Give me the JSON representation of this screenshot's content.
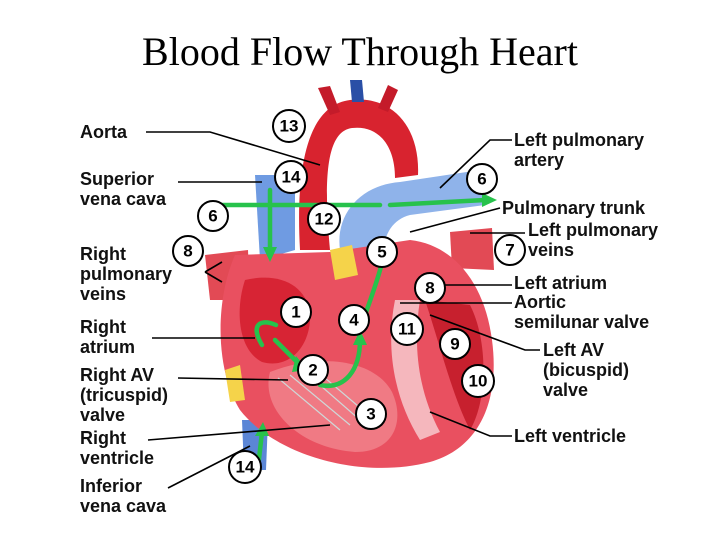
{
  "title": "Blood Flow Through Heart",
  "labels": {
    "aorta": "Aorta",
    "superior_vena_cava": [
      "Superior",
      "vena cava"
    ],
    "right_pulmonary_veins": [
      "Right",
      "pulmonary",
      "veins"
    ],
    "right_atrium": [
      "Right",
      "atrium"
    ],
    "right_av_valve": [
      "Right AV",
      "(tricuspid)",
      "valve"
    ],
    "right_ventricle": [
      "Right",
      "ventricle"
    ],
    "inferior_vena_cava": [
      "Inferior",
      "vena cava"
    ],
    "left_pulmonary_artery": [
      "Left pulmonary",
      "artery"
    ],
    "pulmonary_trunk": "Pulmonary trunk",
    "left_pulmonary_veins": [
      "Left pulmonary",
      "veins"
    ],
    "left_atrium": "Left atrium",
    "aortic_semilunar_valve": [
      "Aortic",
      "semilunar valve"
    ],
    "left_av_valve": [
      "Left AV",
      "(bicuspid)",
      "valve"
    ],
    "left_ventricle": "Left ventricle"
  },
  "steps": [
    "1",
    "2",
    "3",
    "4",
    "5",
    "6",
    "6",
    "7",
    "8",
    "8",
    "9",
    "10",
    "11",
    "12",
    "13",
    "14",
    "14"
  ],
  "colors": {
    "oxygenated": "#e3202b",
    "deoxygenated": "#4e7fd6",
    "flow_arrow": "#27c24c",
    "fat": "#f5d34a",
    "muscle": "#e95060"
  }
}
